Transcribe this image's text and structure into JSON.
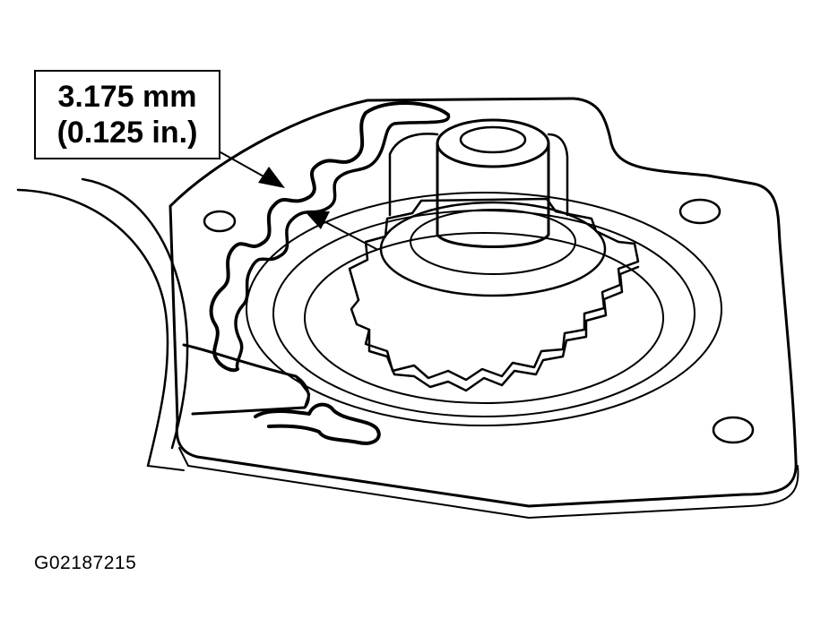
{
  "callout": {
    "line1": "3.175 mm",
    "line2": "(0.125 in.)"
  },
  "figure_id": "G02187215",
  "colors": {
    "ink": "#000000",
    "paper": "#ffffff"
  },
  "icons": {
    "housing": "pump-cover-housing",
    "gear": "gear-icon",
    "sealant": "sealant-bead",
    "arrows": "arrow-icon"
  }
}
